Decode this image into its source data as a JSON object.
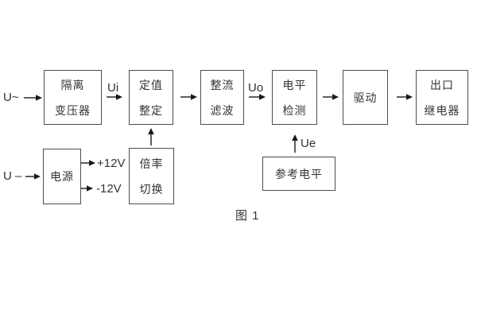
{
  "figure": {
    "caption": "图 1"
  },
  "colors": {
    "background": "#ffffff",
    "box_border": "#4d4d4d",
    "text": "#333333",
    "wire": "#1a1a1a"
  },
  "blocks": {
    "isolation_transformer": {
      "line1": "隔离",
      "line2": "变压器"
    },
    "value_setting": {
      "line1": "定值",
      "line2": "整定"
    },
    "rectify_filter": {
      "line1": "整流",
      "line2": "滤波"
    },
    "level_detect": {
      "line1": "电平",
      "line2": "检测"
    },
    "drive": {
      "label": "驱动"
    },
    "output_relay": {
      "line1": "出口",
      "line2": "继电器"
    },
    "power_supply": {
      "label": "电源"
    },
    "ratio_switch": {
      "line1": "倍率",
      "line2": "切换"
    },
    "reference_level": {
      "label": "参考电平"
    }
  },
  "signals": {
    "ac_input": "U~",
    "dc_input": "U –",
    "ui": "Ui",
    "uo": "Uo",
    "ue": "Ue",
    "plus_12v": "+12V",
    "minus_12v": "-12V"
  }
}
